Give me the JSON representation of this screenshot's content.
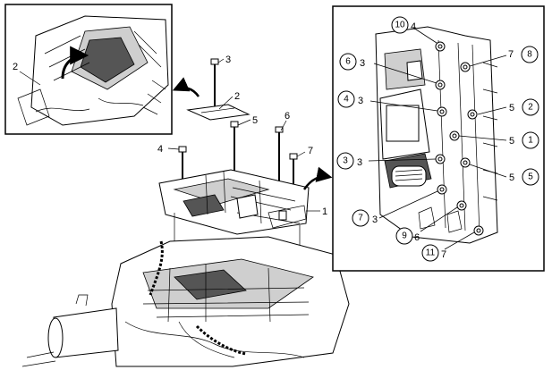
{
  "main": {
    "callouts": [
      {
        "id": "m1",
        "text": "1"
      },
      {
        "id": "m2",
        "text": "2"
      },
      {
        "id": "m3",
        "text": "3"
      },
      {
        "id": "m4",
        "text": "4"
      },
      {
        "id": "m5",
        "text": "5"
      },
      {
        "id": "m6",
        "text": "6"
      },
      {
        "id": "m7",
        "text": "7"
      }
    ]
  },
  "inset_left": {
    "callouts": [
      {
        "id": "l2",
        "text": "2"
      }
    ]
  },
  "inset_right": {
    "callouts": [
      {
        "id": "r-top-a",
        "circled": "10",
        "plain": "4"
      },
      {
        "id": "r-tr",
        "plain": "7",
        "circled": "8"
      },
      {
        "id": "r-6",
        "circled": "6",
        "plain": "3"
      },
      {
        "id": "r-4",
        "circled": "4",
        "plain": "3"
      },
      {
        "id": "r-5-2",
        "plain": "5",
        "circled": "2"
      },
      {
        "id": "r-5-1",
        "plain": "5",
        "circled": "1"
      },
      {
        "id": "r-3",
        "circled": "3",
        "plain": "3"
      },
      {
        "id": "r-5-5",
        "plain": "5",
        "circled": "5"
      },
      {
        "id": "r-7",
        "circled": "7",
        "plain": "3"
      },
      {
        "id": "r-9",
        "circled": "9",
        "plain": "6"
      },
      {
        "id": "r-11",
        "circled": "11",
        "plain": "7"
      }
    ]
  }
}
